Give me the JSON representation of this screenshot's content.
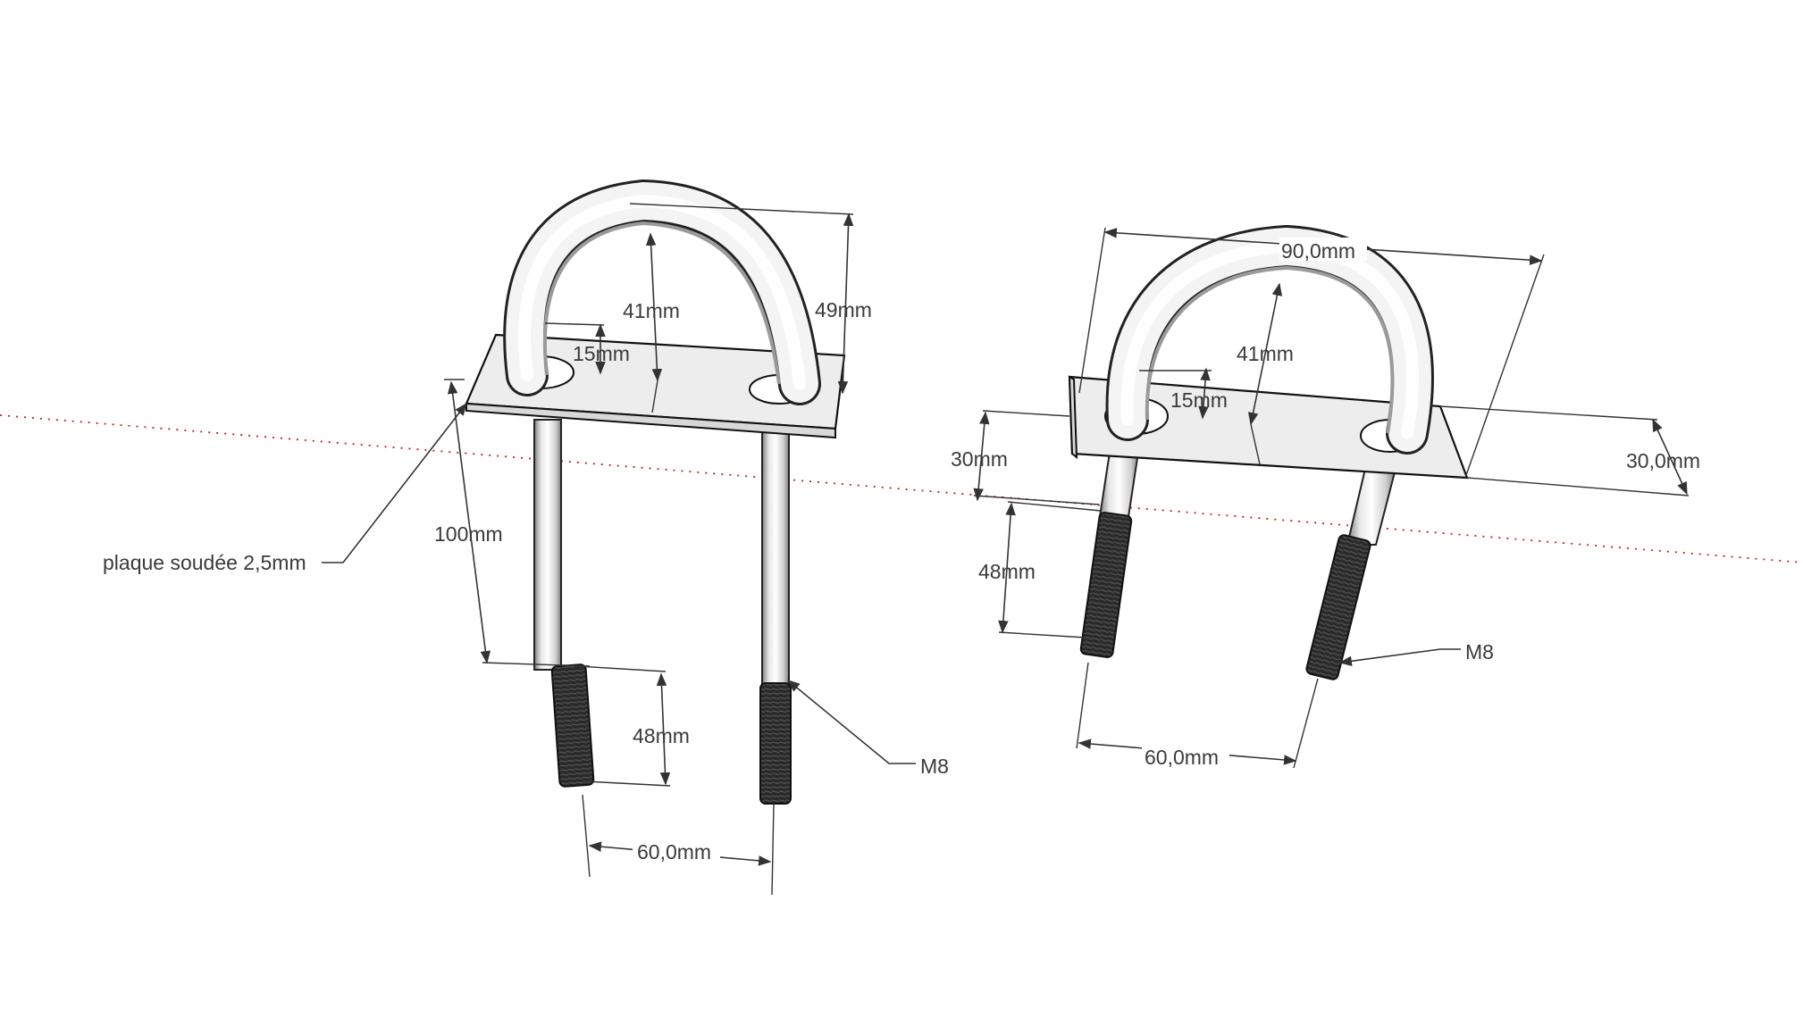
{
  "labels": {
    "left": {
      "dim_49": "49mm",
      "dim_41": "41mm",
      "dim_15": "15mm",
      "dim_100": "100mm",
      "dim_48": "48mm",
      "dim_60": "60,0mm",
      "thread": "M8",
      "plate_note": "plaque soudée 2,5mm"
    },
    "right": {
      "dim_90": "90,0mm",
      "dim_41": "41mm",
      "dim_15": "15mm",
      "dim_30_left": "30mm",
      "dim_30_right": "30,0mm",
      "dim_48": "48mm",
      "dim_60": "60,0mm",
      "thread": "M8"
    }
  },
  "colors": {
    "axis": "#c02020",
    "rod_highlight": "#ffffff",
    "rod_shadow": "#8a8a8a",
    "thread": "#1a1a1a",
    "plate": "#ededed"
  }
}
